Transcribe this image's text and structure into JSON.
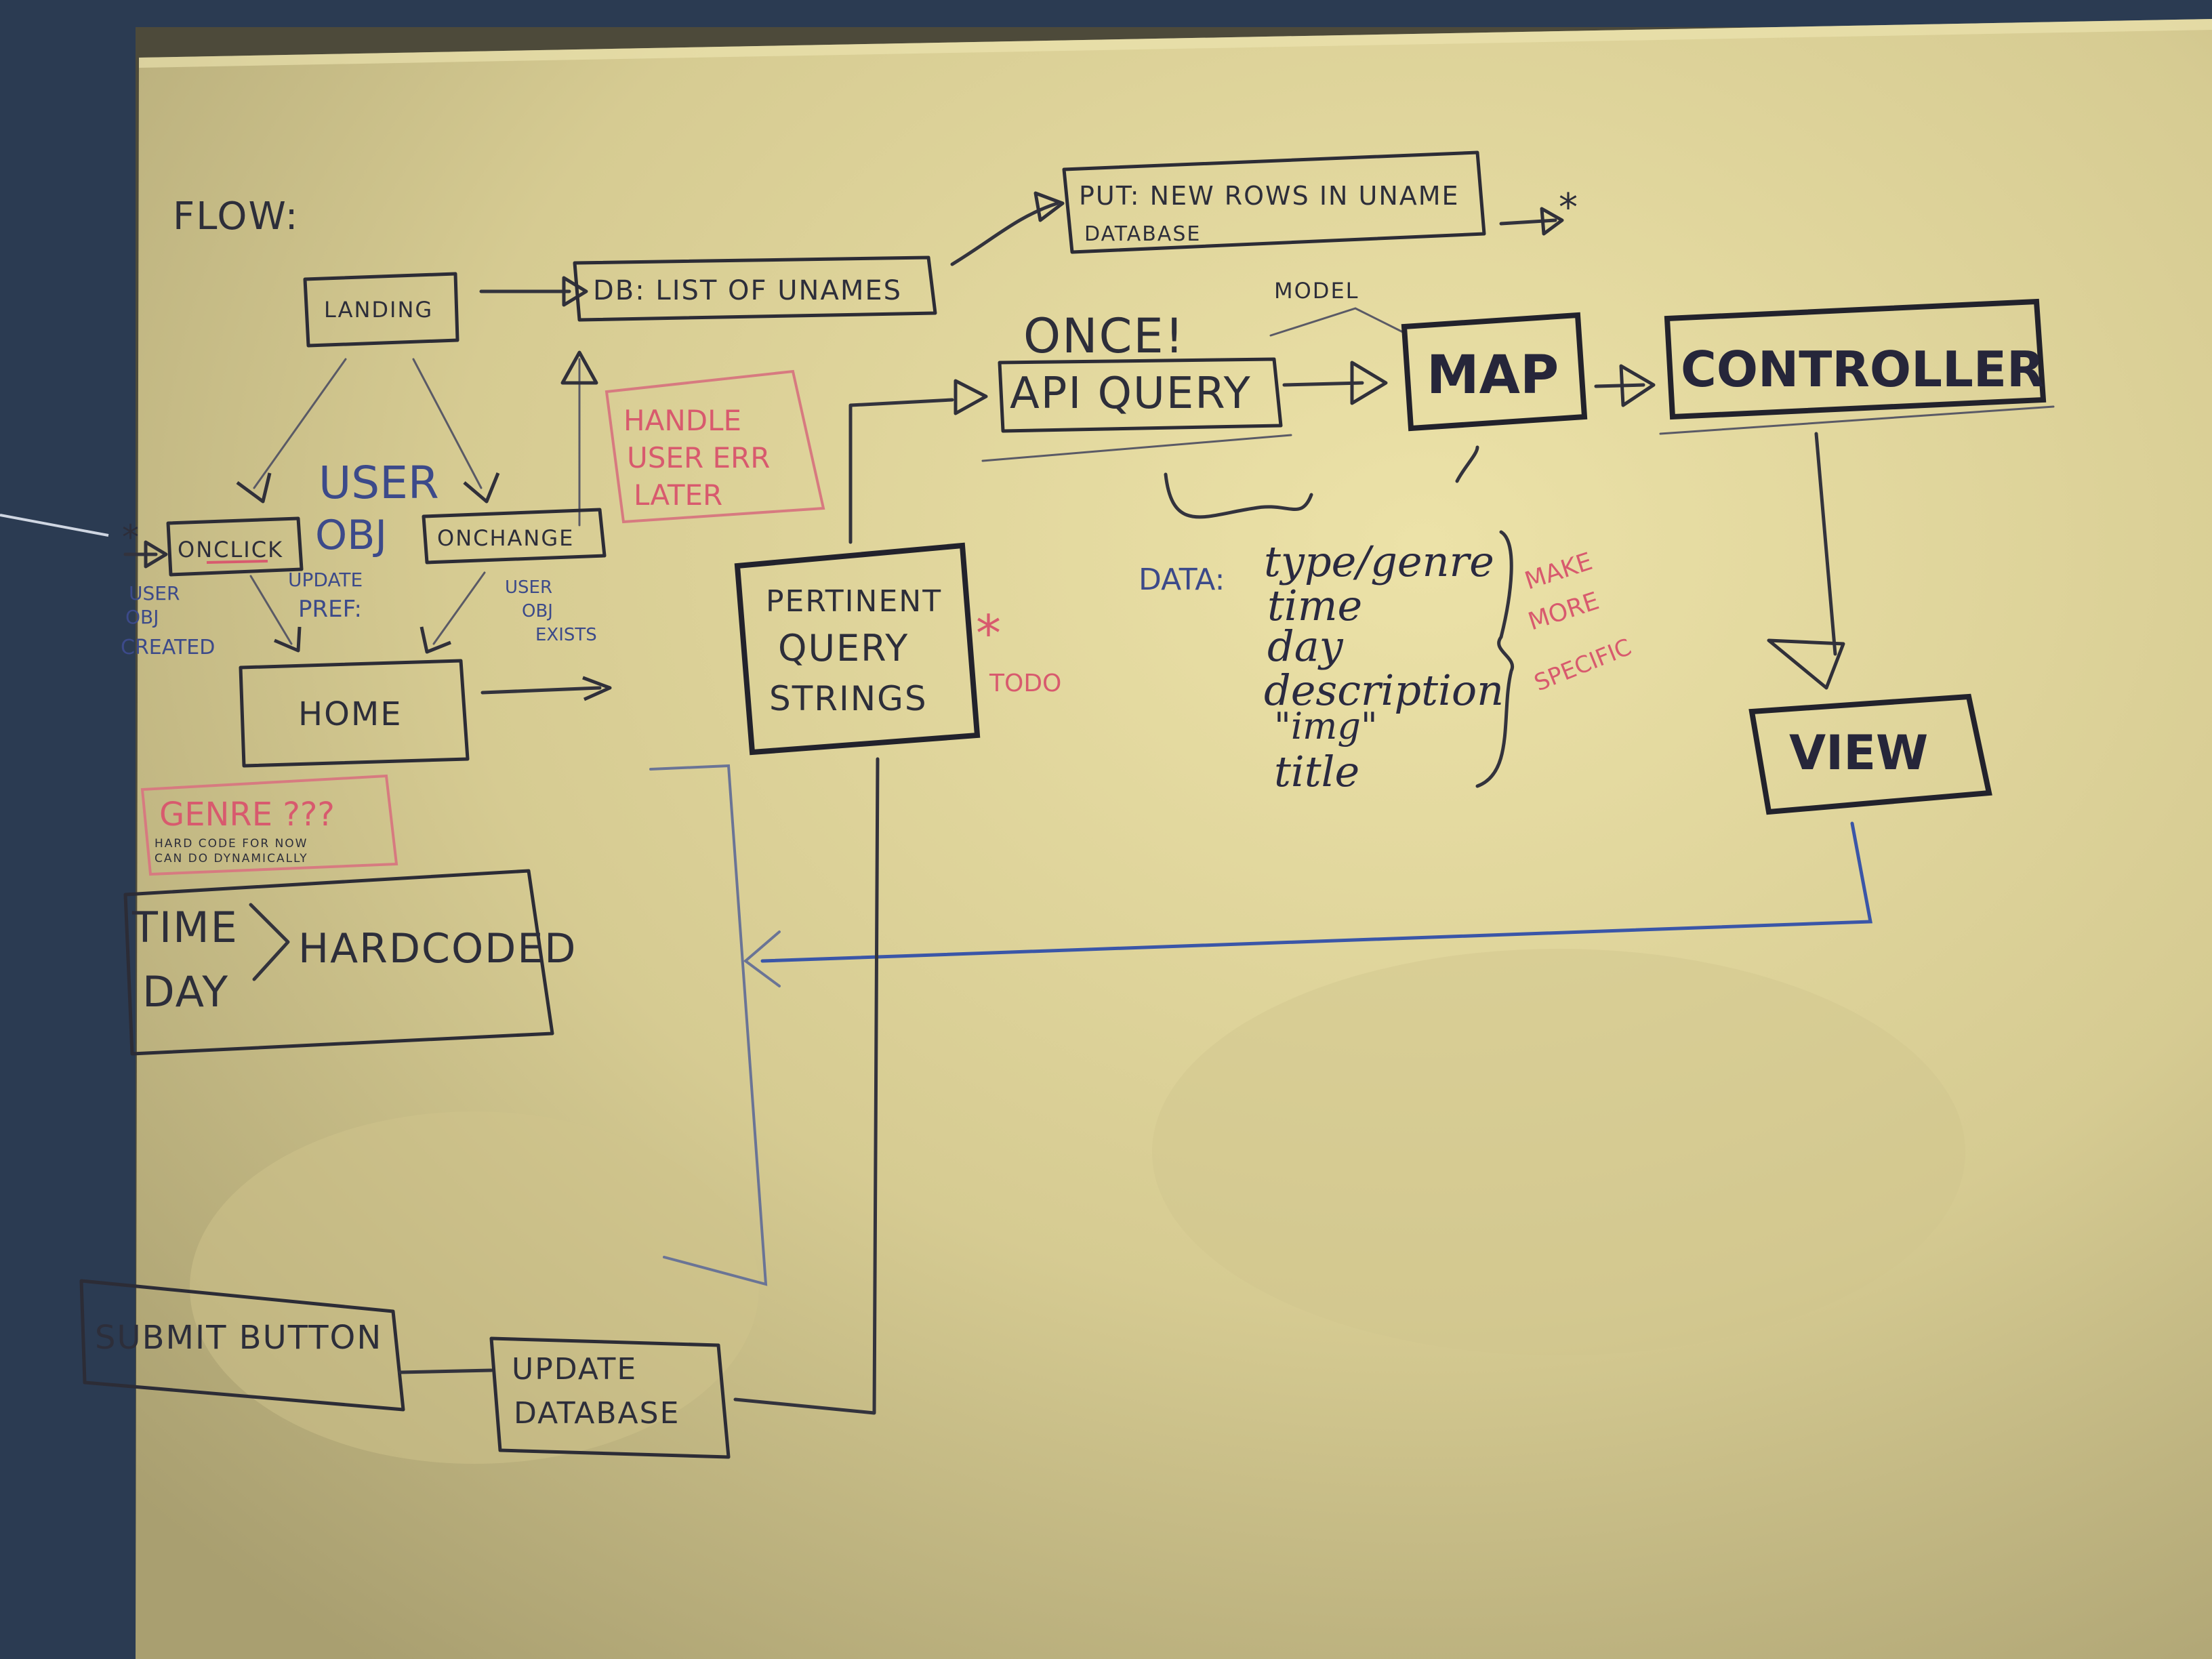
{
  "labels": {
    "flow": "FLOW:",
    "landing": "LANDING",
    "db_list": "DB: LIST OF UNAMES",
    "put_line1": "PUT: NEW ROWS IN UNAME",
    "put_line2": "DATABASE",
    "star": "*",
    "once": "ONCE!",
    "model": "MODEL",
    "api_query": "API QUERY",
    "map": "MAP",
    "controller": "CONTROLLER",
    "user_obj_line1": "USER",
    "user_obj_line2": "OBJ",
    "handle_line1": "HANDLE",
    "handle_line2": "USER ERR",
    "handle_line3": "LATER",
    "onclick": "ONCLICK",
    "onchange": "ONCHANGE",
    "user_obj_created_line1": "USER",
    "user_obj_created_line2": "OBJ",
    "user_obj_created_line3": "CREATED",
    "update_pref_line1": "UPDATE",
    "update_pref_line2": "PREF:",
    "user_obj_exists_line1": "USER",
    "user_obj_exists_line2": "OBJ",
    "user_obj_exists_line3": "EXISTS",
    "home": "HOME",
    "pertinent_line1": "PERTINENT",
    "pertinent_line2": "QUERY",
    "pertinent_line3": "STRINGS",
    "todo": "TODO",
    "data_label": "DATA:",
    "data_fields": [
      "type/genre",
      "time",
      "day",
      "description",
      "\"img\"",
      "title"
    ],
    "make_line1": "MAKE",
    "make_line2": "MORE",
    "make_line3": "SPECIFIC",
    "view": "VIEW",
    "genre": "GENRE ???",
    "genre_note_line1": "HARD CODE FOR NOW",
    "genre_note_line2": "CAN DO DYNAMICALLY",
    "time": "TIME",
    "day": "DAY",
    "hardcoded": "HARDCODED",
    "submit_button": "SUBMIT BUTTON",
    "update_line1": "UPDATE",
    "update_line2": "DATABASE"
  },
  "colors": {
    "whiteboard": "#d9cf98",
    "black_marker": "#2c2c36",
    "blue_marker": "#3a56a8",
    "red_marker": "#d85a6e",
    "wall": "#2a3a50"
  }
}
